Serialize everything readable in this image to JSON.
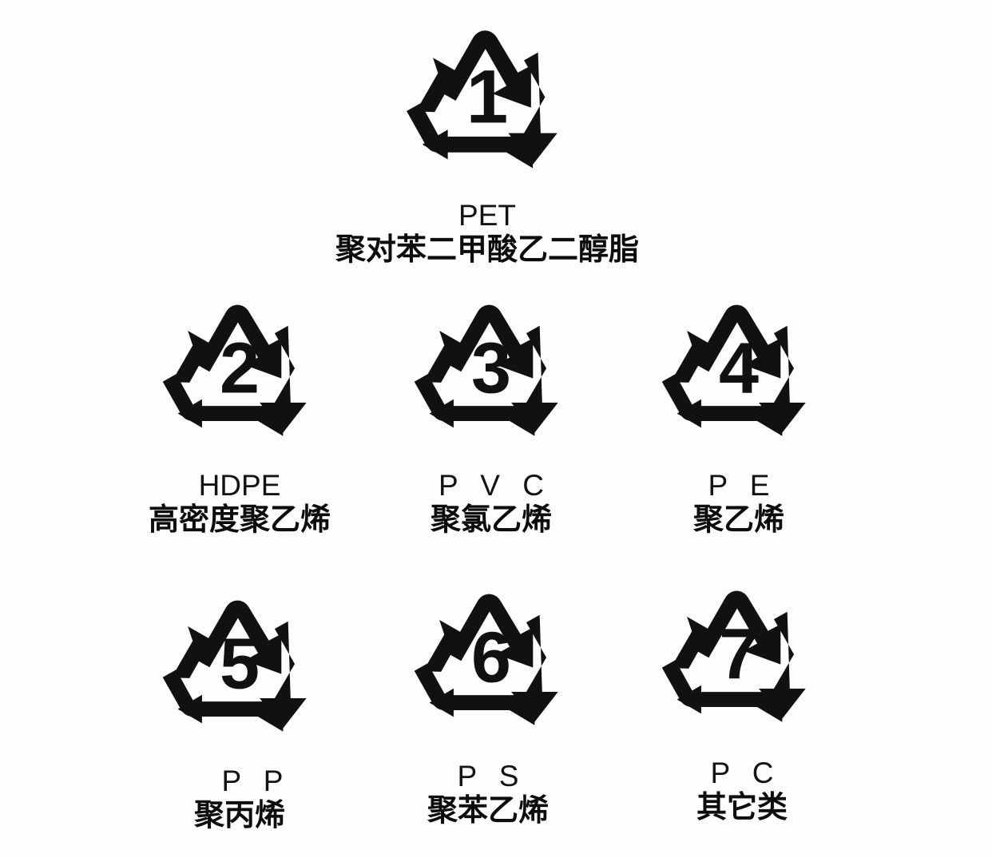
{
  "page": {
    "background_color": "#fdfdfd",
    "ink_color": "#111111",
    "title": "Plastic Recycling Identification Codes"
  },
  "codes": [
    {
      "number": "1",
      "abbr": "PET",
      "abbr_spaced": false,
      "chinese": "聚对苯二甲酸乙二醇脂"
    },
    {
      "number": "2",
      "abbr": "HDPE",
      "abbr_spaced": false,
      "chinese": "高密度聚乙烯"
    },
    {
      "number": "3",
      "abbr": "P V C",
      "abbr_spaced": true,
      "chinese": "聚氯乙烯"
    },
    {
      "number": "4",
      "abbr": "P E",
      "abbr_spaced": true,
      "chinese": "聚乙烯"
    },
    {
      "number": "5",
      "abbr": "P P",
      "abbr_spaced": true,
      "chinese": "聚丙烯"
    },
    {
      "number": "6",
      "abbr": "P S",
      "abbr_spaced": true,
      "chinese": "聚苯乙烯"
    },
    {
      "number": "7",
      "abbr": "P C",
      "abbr_spaced": true,
      "chinese": "其它类"
    }
  ]
}
